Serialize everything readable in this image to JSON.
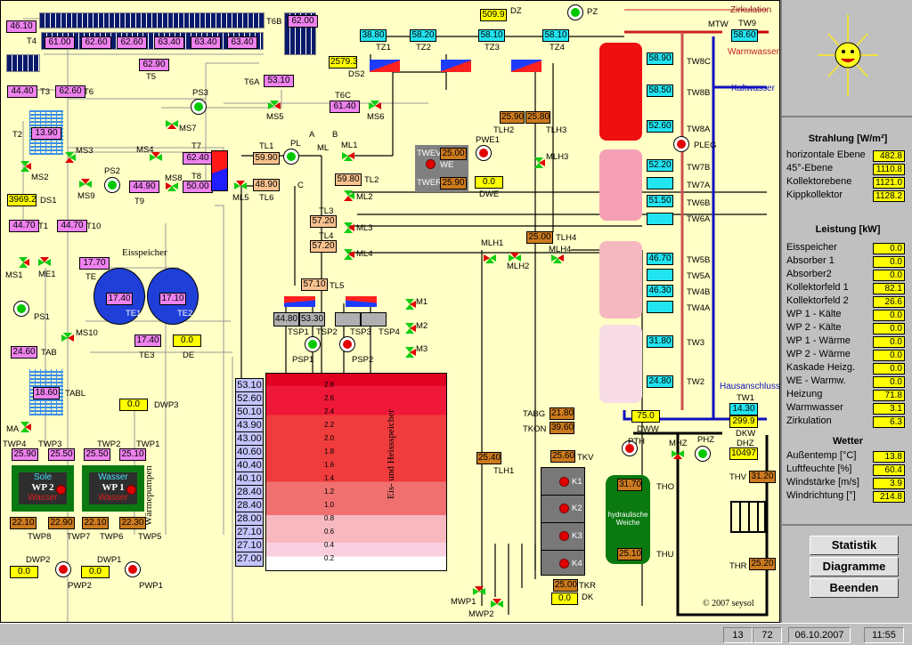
{
  "solar": {
    "T4": "46.10",
    "panels": [
      "61.00",
      "62.60",
      "62.60",
      "63.40",
      "63.40",
      "63.40"
    ],
    "T5": "62.90",
    "T6B": "62.00",
    "T6A": "53.10",
    "DS2": "2579.3",
    "T3": "44.40",
    "T6": "62.60",
    "T6C": "61.40",
    "T2": "13.90",
    "DS1": "3969.2",
    "T1": "44.70",
    "T10": "44.70",
    "T7": "62.40",
    "T8": "50.00",
    "T9": "44.90"
  },
  "labels": {
    "T4": "T4",
    "T5": "T5",
    "T6B": "T6B",
    "T6A": "T6A",
    "DS2": "DS2",
    "T3": "T3",
    "T6": "T6",
    "T6C": "T6C",
    "T2": "T2",
    "DS1": "DS1",
    "T1": "T1",
    "T10": "T10",
    "T7": "T7",
    "T8": "T8",
    "T9": "T9",
    "PS3": "PS3",
    "PS2": "PS2",
    "PS1": "PS1",
    "MS2": "MS2",
    "MS3": "MS3",
    "MS4": "MS4",
    "MS5": "MS5",
    "MS6": "MS6",
    "MS7": "MS7",
    "MS8": "MS8",
    "MS9": "MS9",
    "MS1": "MS1",
    "ME1": "ME1",
    "MS10": "MS10",
    "ML5": "ML5",
    "TE": "TE",
    "TE1": "TE1",
    "TE2": "TE2",
    "TE3": "TE3",
    "DE": "DE",
    "TAB": "TAB",
    "TABL": "TABL",
    "MA": "MA",
    "DWP3": "DWP3",
    "eisspeicher": "Eisspeicher",
    "waermepumpen": "Wärmepumpen",
    "eis_heiss": "Eis- und Heissspeicher",
    "copyright": "© 2007 seysol",
    "hydraulische": "hydraulische Weiche",
    "zirkulation": "Zirkulation",
    "warmwasser": "Warmwasser",
    "kaltwasser": "Kaltwasser",
    "hausanschluss": "Hausanschluss"
  },
  "zapf": {
    "DZ": "509.9",
    "TZ1": "38.80",
    "TZ2": "58.20",
    "TZ3": "58.10",
    "TZ4": "58.10"
  },
  "loop": {
    "TL1": "59.90",
    "TL6": "48.90",
    "TL2": "59.80",
    "TL3": "57.20",
    "TL4": "57.20",
    "TL5": "57.10",
    "TSP1": "44.80",
    "TSP2": "53.30",
    "TSP3": "",
    "TSP4": ""
  },
  "we": {
    "TWEV": "25.00",
    "TWER": "25.90",
    "DWE": "0.0",
    "TLH2": "25.90",
    "TLH3": "25.80",
    "TLH4": "25.00",
    "TLH1": "25.40"
  },
  "speicher_scale": [
    "53.10",
    "52.60",
    "50.10",
    "43.90",
    "43.00",
    "40.60",
    "40.40",
    "40.10",
    "28.40",
    "28.40",
    "28.00",
    "27.10",
    "27.10",
    "27.00"
  ],
  "speicher_levels": [
    "2.8",
    "2.6",
    "2.4",
    "2.2",
    "2.0",
    "1.8",
    "1.6",
    "1.4",
    "1.2",
    "1.0",
    "0.8",
    "0.6",
    "0.4",
    "0.2"
  ],
  "eis": {
    "TE": "17.70",
    "TE1": "17.40",
    "TE2": "17.10",
    "TE3": "17.40",
    "DE": "0.0",
    "TAB": "24.60",
    "TABL": "18.60",
    "DWP3": "0.0"
  },
  "wp": {
    "TWP4": "25.90",
    "TWP3": "25.50",
    "TWP2": "25.50",
    "TWP1": "25.10",
    "TWP8": "22.10",
    "TWP7": "22.90",
    "TWP6": "22.10",
    "TWP5": "22.30",
    "DWP2": "0.0",
    "DWP1": "0.0",
    "wp2": {
      "top": "Sole",
      "name": "WP 2",
      "bottom": "Wasser"
    },
    "wp1": {
      "top": "Wasser",
      "name": "WP 1",
      "bottom": "Wasser"
    }
  },
  "tw": {
    "TW9": "58.60",
    "TW8C": "58.90",
    "TW8B": "58.50",
    "TW8A": "52.60",
    "TW7B": "52.20",
    "TW7A": "",
    "TW6B": "51.50",
    "TW6A": "",
    "TW5B": "46.70",
    "TW5A": "",
    "TW4B": "46.30",
    "TW4A": "",
    "TW3": "31.80",
    "TW2": "24.80",
    "TW1": "14.30",
    "DKW": "299.9",
    "DWW": "75.0"
  },
  "kessel": {
    "TABG": "21.80",
    "TKON": "39.60",
    "TKV": "25.60",
    "TKR": "25.00",
    "DK": "0.0",
    "stages": [
      "K1",
      "K2",
      "K3",
      "K4"
    ]
  },
  "heizung": {
    "THO_val": "31.70",
    "THU_val": "25.10",
    "DHZ": "10497",
    "THV": "31.20",
    "THR": "25.20"
  },
  "panel": {
    "strahlung_title": "Strahlung [W/m²]",
    "strahlung": [
      {
        "label": "horizontale Ebene",
        "value": "482.8"
      },
      {
        "label": "45°-Ebene",
        "value": "1110.8"
      },
      {
        "label": "Kollektorebene",
        "value": "1121.0"
      },
      {
        "label": "Kippkollektor",
        "value": "1128.2"
      }
    ],
    "leistung_title": "Leistung [kW]",
    "leistung": [
      {
        "label": "Eisspeicher",
        "value": "0.0"
      },
      {
        "label": "Absorber 1",
        "value": "0.0"
      },
      {
        "label": "Absorber2",
        "value": "0.0"
      },
      {
        "label": "Kollektorfeld 1",
        "value": "82.1"
      },
      {
        "label": "Kollektorfeld 2",
        "value": "26.6"
      },
      {
        "label": "WP 1 - Kälte",
        "value": "0.0"
      },
      {
        "label": "WP 2 - Kälte",
        "value": "0.0"
      },
      {
        "label": "WP 1 - Wärme",
        "value": "0.0"
      },
      {
        "label": "WP 2 - Wärme",
        "value": "0.0"
      },
      {
        "label": "Kaskade Heizg.",
        "value": "0.0"
      },
      {
        "label": "WE - Warmw.",
        "value": "0.0"
      },
      {
        "label": "Heizung",
        "value": "71.8"
      },
      {
        "label": "Warmwasser",
        "value": "3.1"
      },
      {
        "label": "Zirkulation",
        "value": "6.3"
      }
    ],
    "wetter_title": "Wetter",
    "wetter": [
      {
        "label": "Außentemp   [°C]",
        "value": "13.8"
      },
      {
        "label": "Luftfeuchte    [%]",
        "value": "60.4"
      },
      {
        "label": "Windstärke [m/s]",
        "value": "3.9"
      },
      {
        "label": "Windrichtung   [°]",
        "value": "214.8"
      }
    ],
    "buttons": {
      "statistik": "Statistik",
      "diagramme": "Diagramme",
      "beenden": "Beenden"
    }
  },
  "status": {
    "a": "13",
    "b": "72",
    "date": "06.10.2007",
    "time": "11:55"
  }
}
